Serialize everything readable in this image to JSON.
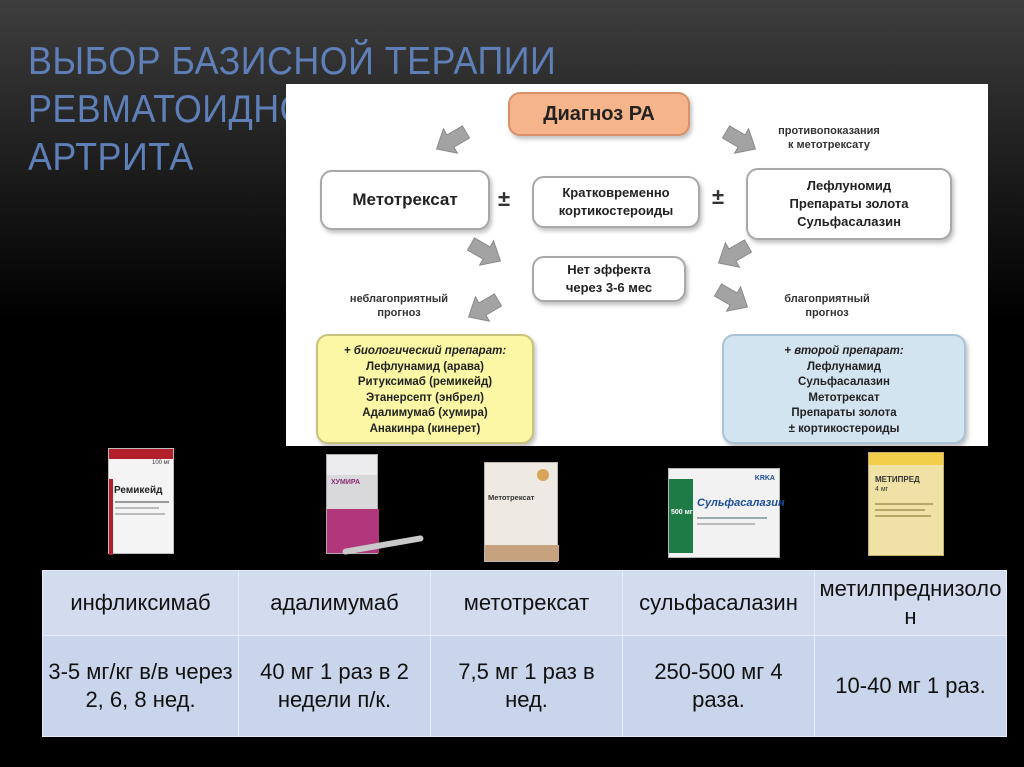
{
  "slide": {
    "title_line1": "Выбор базисной терапии ревматоидного",
    "title_line2": "артрита"
  },
  "flowchart": {
    "diagnosis": "Диагноз РА",
    "contra_note_l1": "противопоказания",
    "contra_note_l2": "к метотрексату",
    "methotrexate": "Метотрексат",
    "plus_minus": "±",
    "cortico_l1": "Кратковременно",
    "cortico_l2": "кортикостероиды",
    "alt_l1": "Лефлуномид",
    "alt_l2": "Препараты золота",
    "alt_l3": "Сульфасалазин",
    "no_effect_l1": "Нет эффекта",
    "no_effect_l2": "через 3-6 мес",
    "bad_prog_l1": "неблагоприятный",
    "bad_prog_l2": "прогноз",
    "good_prog_l1": "благоприятный",
    "good_prog_l2": "прогноз",
    "bio_header": "+ биологический препарат:",
    "bio_items": [
      "Лефлунамид (арава)",
      "Ритуксимаб (ремикейд)",
      "Этанерсепт (энбрел)",
      "Адалимумаб (хумира)",
      "Анакинра (кинерет)"
    ],
    "second_header": "+ второй препарат:",
    "second_items": [
      "Лефлунамид",
      "Сульфасалазин",
      "Метотрексат",
      "Препараты золота",
      "± кортикостероиды"
    ],
    "colors": {
      "diagnosis_fill": "#f5b48a",
      "bio_fill": "#fbf7a4",
      "second_fill": "#d3e4f1",
      "arrow": "#9e9e9e"
    }
  },
  "products": {
    "remicade_name": "Ремикейд",
    "remicade_dose": "100 мг",
    "humira_name": "ХУМИРА",
    "mtx_name": "Метотрексат",
    "sulfa_name": "Сульфасалазин",
    "sulfa_dose": "500 мг",
    "sulfa_brand": "KRKA",
    "metipred_name": "МЕТИПРЕД",
    "metipred_dose": "4 мг"
  },
  "table": {
    "headers": [
      "инфликсимаб",
      "адалимумаб",
      "метотрексат",
      "сульфасалазин",
      "метилпреднизолон"
    ],
    "doses": [
      "3-5 мг/кг в/в через 2, 6, 8 нед.",
      "40 мг 1 раз в 2 недели п/к.",
      "7,5 мг 1 раз в нед.",
      "250-500 мг 4 раза.",
      "10-40 мг 1 раз."
    ]
  }
}
